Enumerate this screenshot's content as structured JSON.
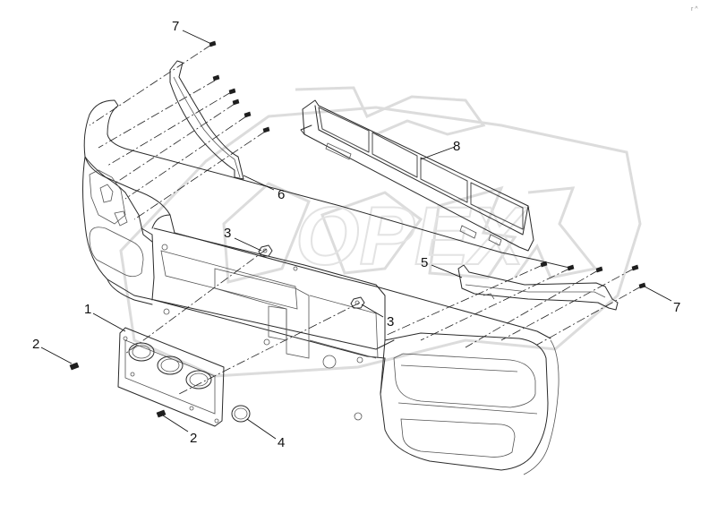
{
  "diagram": {
    "callouts": [
      {
        "id": "c7a",
        "label": "7"
      },
      {
        "id": "c6",
        "label": "6"
      },
      {
        "id": "c8",
        "label": "8"
      },
      {
        "id": "c3a",
        "label": "3"
      },
      {
        "id": "c5",
        "label": "5"
      },
      {
        "id": "c7b",
        "label": "7"
      },
      {
        "id": "c3b",
        "label": "3"
      },
      {
        "id": "c1",
        "label": "1"
      },
      {
        "id": "c2a",
        "label": "2"
      },
      {
        "id": "c2b",
        "label": "2"
      },
      {
        "id": "c4",
        "label": "4"
      }
    ],
    "corner_mark": "r ^",
    "watermark_text": "OPEX"
  }
}
